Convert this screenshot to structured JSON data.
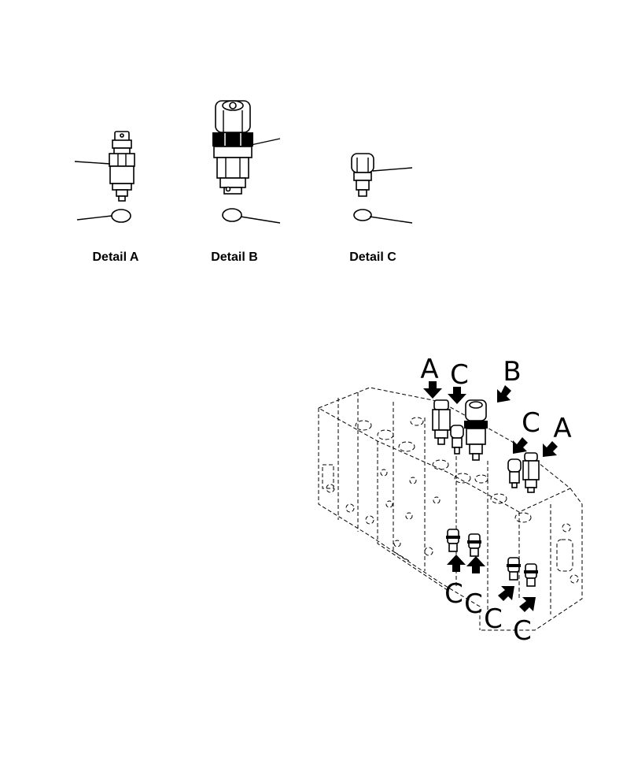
{
  "details": [
    {
      "id": "a",
      "label": "Detail A"
    },
    {
      "id": "b",
      "label": "Detail B"
    },
    {
      "id": "c",
      "label": "Detail C"
    }
  ],
  "callouts": {
    "top_a_left": "A",
    "top_c": "C",
    "top_b": "B",
    "top_c_right": "C",
    "top_a_right": "A",
    "bottom_c1": "C",
    "bottom_c2": "C",
    "bottom_c3": "C",
    "bottom_c4": "C"
  }
}
